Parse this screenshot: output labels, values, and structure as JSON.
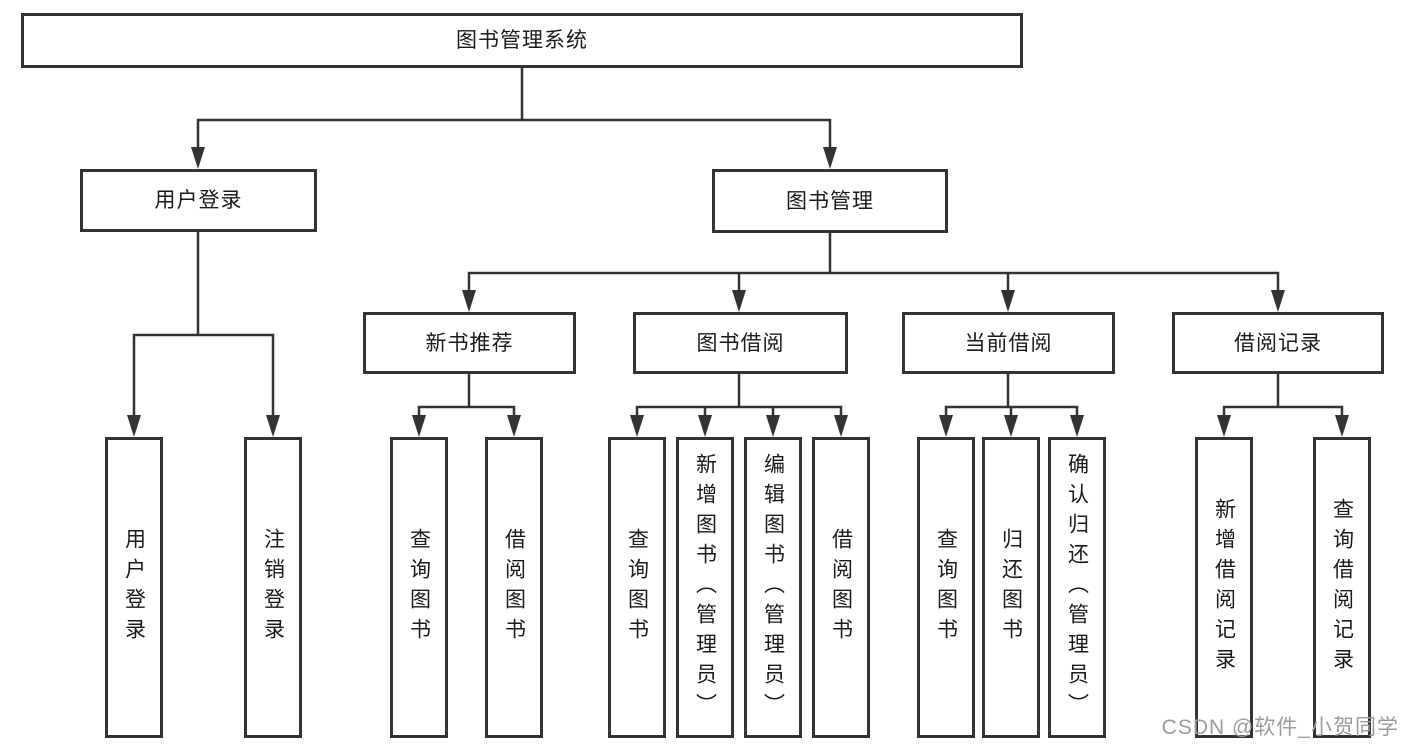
{
  "diagram": {
    "type": "hierarchy-tree",
    "colors": {
      "border": "#333333",
      "line": "#333333",
      "text": "#1a1a1a",
      "watermark": "#9c9c9c",
      "background": "#ffffff"
    },
    "tree": {
      "label": "图书管理系统",
      "children": [
        {
          "label": "用户登录",
          "children": [
            {
              "label": "用户登录"
            },
            {
              "label": "注销登录"
            }
          ]
        },
        {
          "label": "图书管理",
          "children": [
            {
              "label": "新书推荐",
              "children": [
                {
                  "label": "查询图书"
                },
                {
                  "label": "借阅图书"
                }
              ]
            },
            {
              "label": "图书借阅",
              "children": [
                {
                  "label": "查询图书"
                },
                {
                  "label": "新增图书（管理员）"
                },
                {
                  "label": "编辑图书（管理员）"
                },
                {
                  "label": "借阅图书"
                }
              ]
            },
            {
              "label": "当前借阅",
              "children": [
                {
                  "label": "查询图书"
                },
                {
                  "label": "归还图书"
                },
                {
                  "label": "确认归还（管理员）"
                }
              ]
            },
            {
              "label": "借阅记录",
              "children": [
                {
                  "label": "新增借阅记录"
                },
                {
                  "label": "查询借阅记录"
                }
              ]
            }
          ]
        }
      ]
    },
    "watermark": {
      "text": "CSDN @软件_小贺同学"
    }
  }
}
